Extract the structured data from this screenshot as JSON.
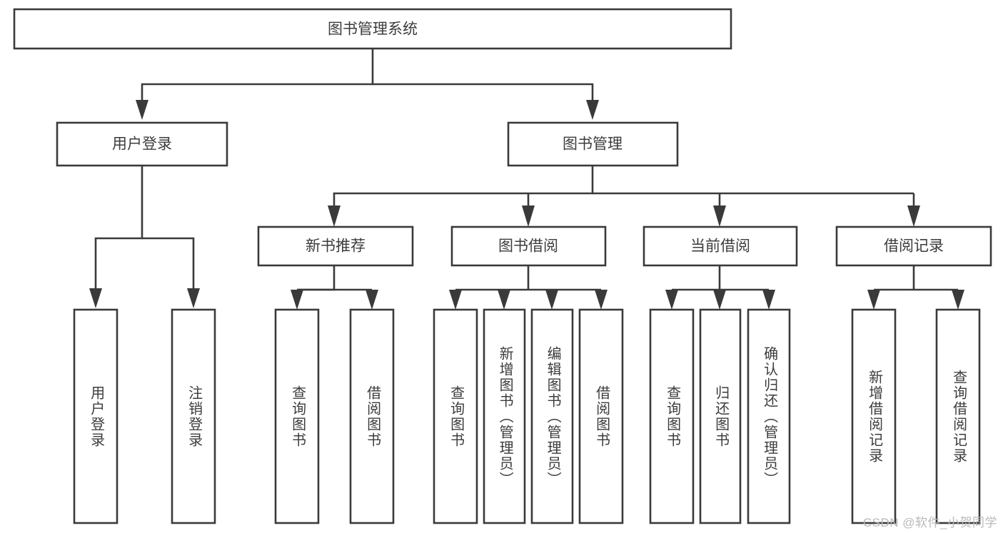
{
  "diagram": {
    "title": "图书管理系统",
    "type": "tree",
    "orientation": "top-down",
    "watermark": "CSDN @软件_小贺同学",
    "colors": {
      "stroke": "#3a3a3a",
      "box_fill": "#ffffff",
      "text": "#3c3c3c",
      "background": "#ffffff",
      "watermark": "#b9b9b9"
    },
    "root": {
      "label": "图书管理系统"
    },
    "level1": [
      {
        "label": "用户登录"
      },
      {
        "label": "图书管理"
      }
    ],
    "level2": [
      {
        "label": "新书推荐"
      },
      {
        "label": "图书借阅"
      },
      {
        "label": "当前借阅"
      },
      {
        "label": "借阅记录"
      }
    ],
    "leaves": {
      "user_login": [
        {
          "label": "用户登录"
        },
        {
          "label": "注销登录"
        }
      ],
      "new_book_recommend": [
        {
          "label": "查询图书"
        },
        {
          "label": "借阅图书"
        }
      ],
      "book_borrow": [
        {
          "label": "查询图书"
        },
        {
          "label": "新增图书（管理员）"
        },
        {
          "label": "编辑图书（管理员）"
        },
        {
          "label": "借阅图书"
        }
      ],
      "current_borrow": [
        {
          "label": "查询图书"
        },
        {
          "label": "归还图书"
        },
        {
          "label": "确认归还（管理员）"
        }
      ],
      "borrow_records": [
        {
          "label": "新增借阅记录"
        },
        {
          "label": "查询借阅记录"
        }
      ]
    }
  }
}
